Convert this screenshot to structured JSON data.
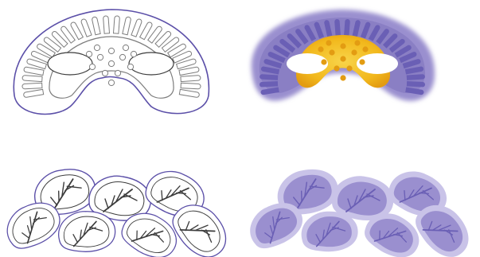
{
  "figure": {
    "panels": [
      {
        "id": "line-art-cross-section",
        "style": "outline"
      },
      {
        "id": "colored-cross-section",
        "style": "filled"
      },
      {
        "id": "line-art-leaflets",
        "style": "outline"
      },
      {
        "id": "colored-leaflets",
        "style": "filled"
      }
    ]
  },
  "colors": {
    "background": "#ffffff",
    "outline": "#7d7d7d",
    "outline_dark": "#3c3c3c",
    "border_purple": "#5b4fa8",
    "purple_fill": "#9a8fcf",
    "purple_light": "#c9c3e8",
    "purple_dark": "#6a5fb5",
    "yellow_core": "#f2c11f",
    "yellow_dark": "#e39c12"
  },
  "cross_section": {
    "lobes_count": 28,
    "inner_holes_count": 13
  },
  "leaflets": {
    "count": 7,
    "veins_per_leaf": 5
  }
}
